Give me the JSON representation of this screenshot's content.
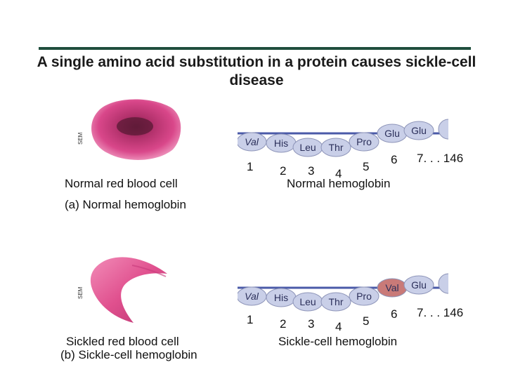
{
  "header": {
    "title_line1": "A single amino acid substitution in a protein causes sickle-cell",
    "title_line2": "disease",
    "rule_color": "#1f4e3d"
  },
  "panel_normal": {
    "sem_label": "SEM",
    "cell_label": "Normal red blood cell",
    "panel_label": "(a) Normal hemoglobin",
    "chain_title": "Normal hemoglobin",
    "residues": [
      "Val",
      "His",
      "Leu",
      "Thr",
      "Pro",
      "Glu",
      "Glu"
    ],
    "positions": [
      "1",
      "2",
      "3",
      "4",
      "5",
      "6",
      "7. . . 146"
    ],
    "cell_color": "#d9478a"
  },
  "panel_sickle": {
    "sem_label": "SEM",
    "cell_label": "Sickled red blood cell",
    "panel_label": "(b) Sickle-cell hemoglobin",
    "chain_title": "Sickle-cell hemoglobin",
    "residues": [
      "Val",
      "His",
      "Leu",
      "Thr",
      "Pro",
      "Val",
      "Glu"
    ],
    "positions": [
      "1",
      "2",
      "3",
      "4",
      "5",
      "6",
      "7. . . 146"
    ],
    "cell_color": "#e0508e",
    "substituted_color": "#c97a78"
  },
  "colors": {
    "bead": "#c9cfe8",
    "bead_stroke": "#8d94b8",
    "chain_line": "#4a5aa8",
    "residue_text": "#2b2f5a"
  }
}
